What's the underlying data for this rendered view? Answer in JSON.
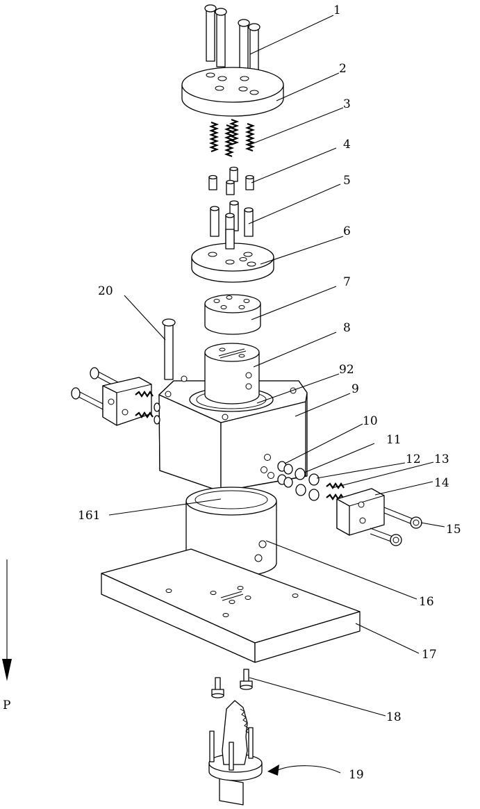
{
  "labels": {
    "l1": "1",
    "l2": "2",
    "l3": "3",
    "l4": "4",
    "l5": "5",
    "l6": "6",
    "l7": "7",
    "l8": "8",
    "l92": "92",
    "l9": "9",
    "l10": "10",
    "l11": "11",
    "l12": "12",
    "l13": "13",
    "l14": "14",
    "l15": "15",
    "l20": "20",
    "l161": "161",
    "l16": "16",
    "l17": "17",
    "l18": "18",
    "l19": "19",
    "lP": "P"
  }
}
